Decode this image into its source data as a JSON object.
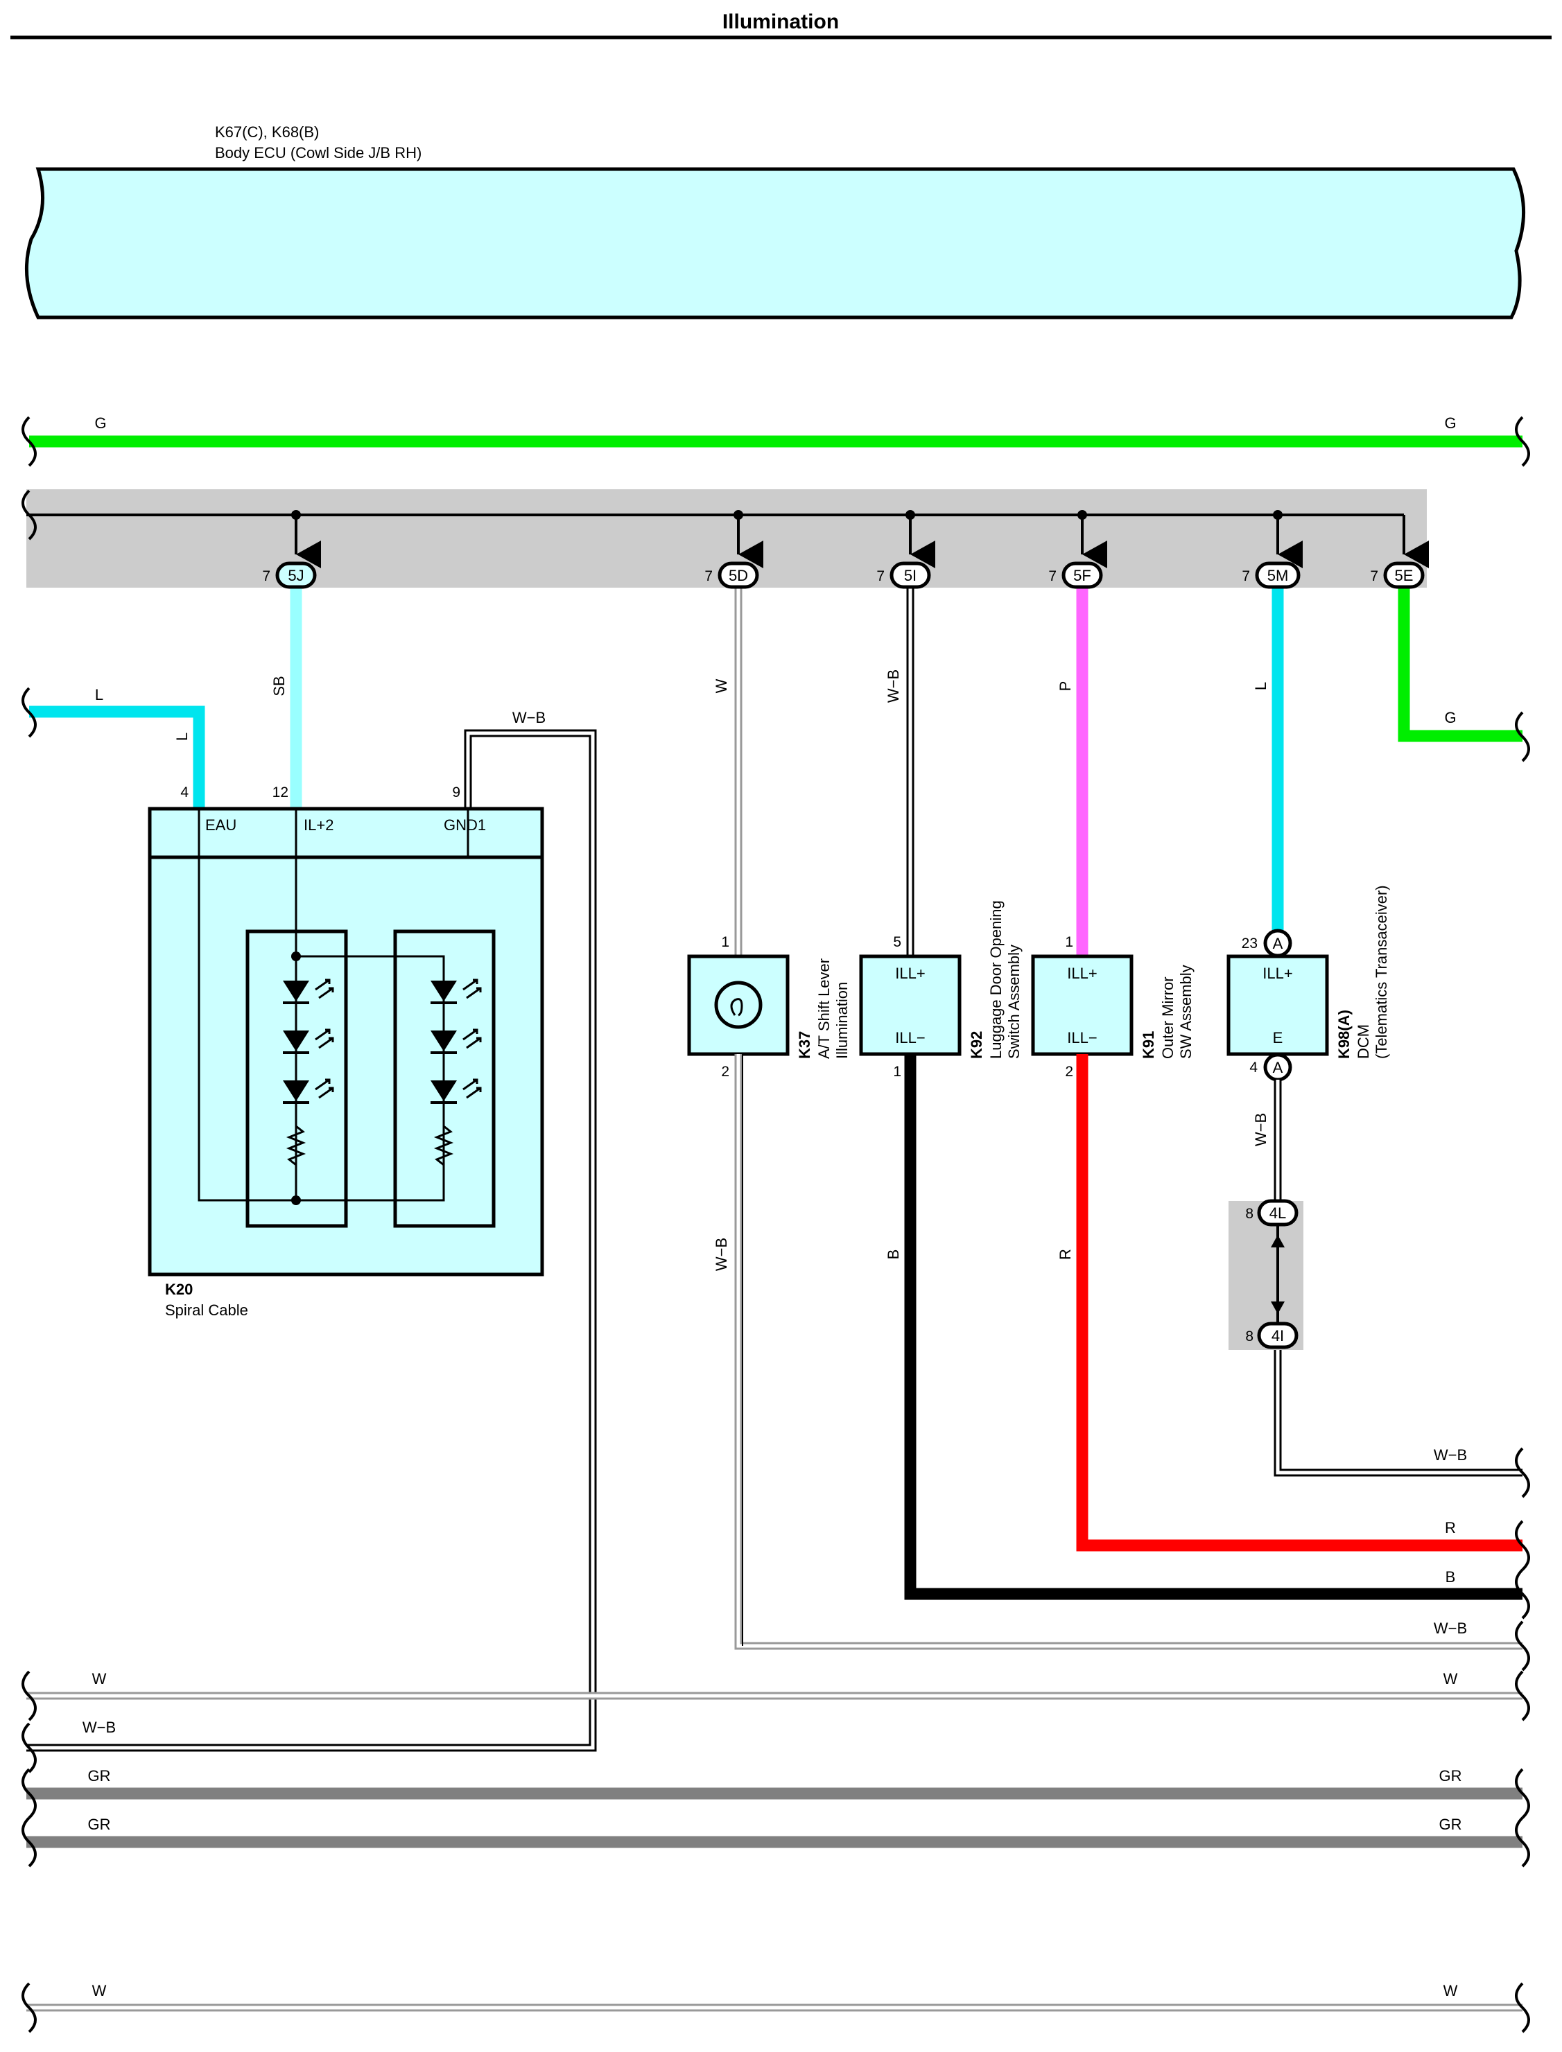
{
  "title": "Illumination",
  "colors": {
    "G": "#00ee00",
    "L": "#00e5ee",
    "SB": "#99ffff",
    "P": "#ff66ff",
    "R": "#ff0000",
    "B": "#000000",
    "GR": "#808080",
    "ecu_fill": "#ccffff",
    "junction_fill": "#cccccc"
  },
  "ecu": {
    "code": "K67(C), K68(B)",
    "name": "Body ECU (Cowl Side J/B RH)"
  },
  "connectors": {
    "c5J": {
      "id": "5J",
      "pin": "7"
    },
    "c5D": {
      "id": "5D",
      "pin": "7"
    },
    "c5I": {
      "id": "5I",
      "pin": "7"
    },
    "c5F": {
      "id": "5F",
      "pin": "7"
    },
    "c5M": {
      "id": "5M",
      "pin": "7"
    },
    "c5E": {
      "id": "5E",
      "pin": "7"
    },
    "c4L": {
      "id": "4L",
      "pin": "8"
    },
    "c4I": {
      "id": "4I",
      "pin": "8"
    }
  },
  "spiral_cable": {
    "code": "K20",
    "name": "Spiral Cable",
    "terminals": [
      {
        "pin": "4",
        "name": "EAU"
      },
      {
        "pin": "12",
        "name": "IL+2"
      },
      {
        "pin": "9",
        "name": "GND1"
      }
    ]
  },
  "components": {
    "k37": {
      "code": "K37",
      "name1": "A/T Shift Lever",
      "name2": "Illumination",
      "pin_top": "1",
      "pin_bottom": "2"
    },
    "k92": {
      "code": "K92",
      "name1": "Luggage Door Opening",
      "name2": "Switch Assembly",
      "pin_top": "5",
      "pin_bottom": "1",
      "term_top": "ILL+",
      "term_bottom": "ILL−"
    },
    "k91": {
      "code": "K91",
      "name1": "Outer Mirror",
      "name2": "SW Assembly",
      "pin_top": "1",
      "pin_bottom": "2",
      "term_top": "ILL+",
      "term_bottom": "ILL−"
    },
    "k98": {
      "code": "K98(A)",
      "name1": "DCM",
      "name2": "(Telematics Transaceiver)",
      "pin_top": "23",
      "pin_bottom": "4",
      "term_top": "ILL+",
      "term_bottom": "E",
      "conn_top": "A",
      "conn_bottom": "A"
    }
  },
  "wires": {
    "g_top_left": "G",
    "g_top_right": "G",
    "g_5e": "G",
    "l_left_h": "L",
    "l_left_v": "L",
    "sb": "SB",
    "wb_gnd1": "W−B",
    "w_5d": "W",
    "wb_5i": "W−B",
    "p_5f": "P",
    "l_5m": "L",
    "wb_k37": "W−B",
    "b_k92": "B",
    "r_k91": "R",
    "wb_k98": "W−B",
    "wb_r1": "W−B",
    "r_r": "R",
    "b_r": "B",
    "wb_r2": "W−B",
    "w_l1": "W",
    "w_r1": "W",
    "wb_l2": "W−B",
    "gr_l1": "GR",
    "gr_r1": "GR",
    "gr_l2": "GR",
    "gr_r2": "GR",
    "w_l3": "W",
    "w_r3": "W"
  }
}
